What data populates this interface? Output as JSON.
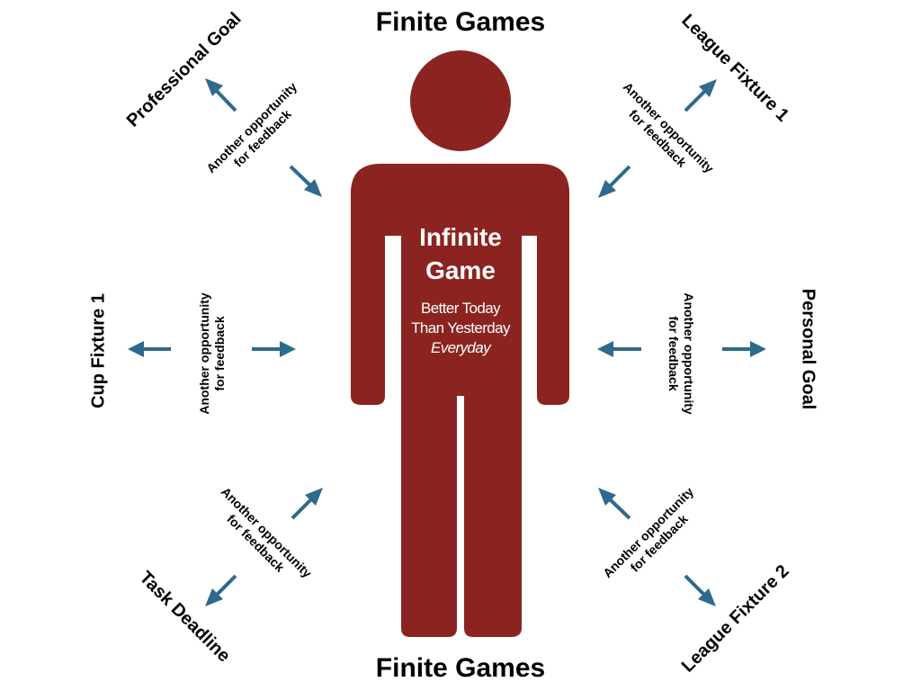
{
  "headings": {
    "top": "Finite Games",
    "bottom": "Finite Games"
  },
  "center": {
    "title_line1": "Infinite",
    "title_line2": "Game",
    "sub_line1": "Better Today",
    "sub_line2": "Than Yesterday",
    "sub_line3": "Everyday"
  },
  "goals": {
    "professional_goal": "Professional Goal",
    "league_fixture_1": "League Fixture 1",
    "cup_fixture_1": "Cup Fixture 1",
    "personal_goal": "Personal Goal",
    "task_deadline": "Task Deadline",
    "league_fixture_2": "League Fixture 2"
  },
  "feedback": {
    "line1": "Another opportunity",
    "line2": "for feedback"
  },
  "colors": {
    "figure": "#8b2420",
    "arrow": "#2e6a8c",
    "text": "#000000",
    "center_text": "#ffffff"
  },
  "icons": {
    "figure": "person-figure-icon",
    "arrow": "arrow-icon"
  }
}
